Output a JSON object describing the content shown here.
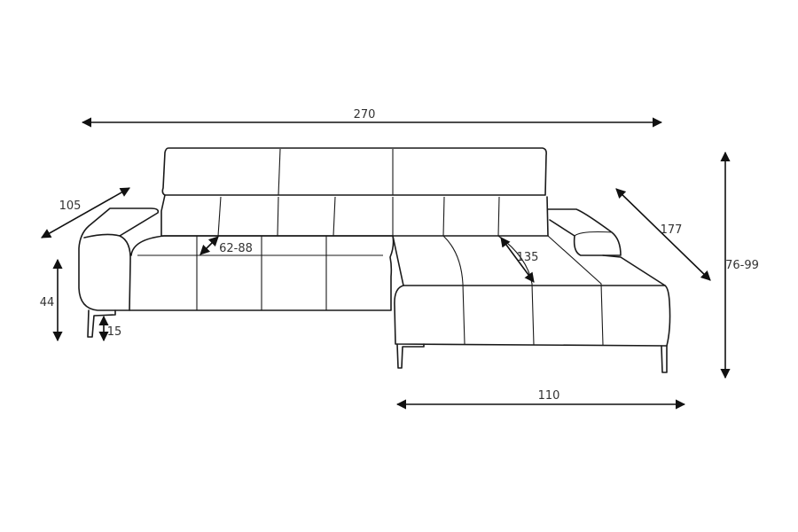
{
  "dimensions": {
    "total_width": "270",
    "depth": "105",
    "seat_height": "44",
    "leg_height": "15",
    "seat_depth": "62-88",
    "chaise_seat_depth": "135",
    "chaise_length": "177",
    "total_height": "76-99",
    "chaise_width": "110"
  }
}
